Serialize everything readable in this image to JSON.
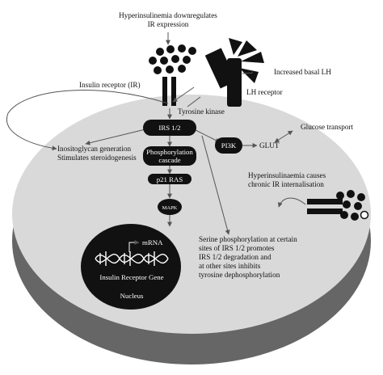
{
  "labels": {
    "hyper_down_1": "Hyperinsulinemia downregulates",
    "hyper_down_2": "IR expression",
    "increased_lh": "Increased basal LH",
    "lh_receptor": "LH receptor",
    "insulin_receptor": "Insulin receptor (IR)",
    "tyrosine_kinase": "Tyrosine kinase",
    "irs": "IRS 1/2",
    "pi3k": "PI3K",
    "glut": "GLUT",
    "glucose_transport": "Glucose transport",
    "inositol_1": "Inositoglycan generation",
    "inositol_2": "Stimulates steroidogenesis",
    "phos_1": "Phosphorylation",
    "phos_2": "cascade",
    "p21": "p21 RAS",
    "mapk": "MAPK",
    "internal_1": "Hyperinsulinaemia causes",
    "internal_2": "chronic IR internalisation",
    "serine_1": "Serine phosphorylation at certain",
    "serine_2": "sites of IRS 1/2 promotes",
    "serine_3": "IRS 1/2 degradation and",
    "serine_4": "at other sites inhibits",
    "serine_5": "tyrosine dephosphorylation",
    "mrna": "mRNA",
    "gene": "Insulin Receptor Gene",
    "nucleus": "Nucleus"
  },
  "colors": {
    "cell_top": "#d9d9d9",
    "cell_side": "#666666",
    "black": "#111111",
    "arrow": "#555555"
  }
}
